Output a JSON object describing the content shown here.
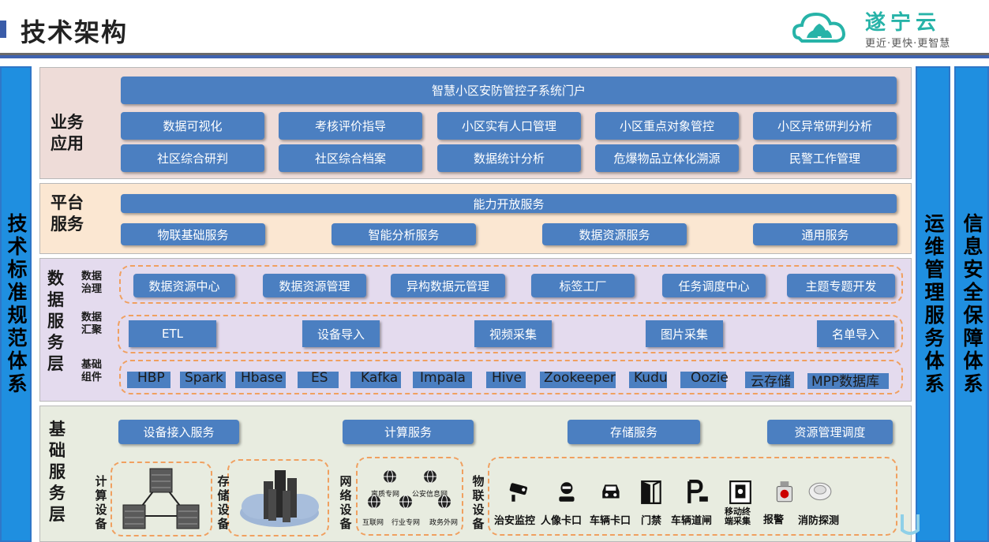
{
  "header": {
    "title": "技术架构",
    "logo_name": "遂宁云",
    "logo_slogan": "更近·更快·更智慧"
  },
  "side": {
    "left": "技术标准规范体系",
    "ops": "运维管理服务体系",
    "security": "信息安全保障体系"
  },
  "business": {
    "title": "业务应用",
    "portal": "智慧小区安防管控子系统门户",
    "row1": [
      "数据可视化",
      "考核评价指导",
      "小区实有人口管理",
      "小区重点对象管控",
      "小区异常研判分析"
    ],
    "row2": [
      "社区综合研判",
      "社区综合档案",
      "数据统计分析",
      "危爆物品立体化溯源",
      "民警工作管理"
    ]
  },
  "platform": {
    "title": "平台服务",
    "open": "能力开放服务",
    "items": [
      "物联基础服务",
      "智能分析服务",
      "数据资源服务",
      "通用服务"
    ]
  },
  "data_layer": {
    "title": "数据服务层",
    "governance": {
      "label": "数据治理",
      "items": [
        "数据资源中心",
        "数据资源管理",
        "异构数据元管理",
        "标签工厂",
        "任务调度中心",
        "主题专题开发"
      ]
    },
    "aggregation": {
      "label": "数据汇聚",
      "items": [
        "ETL",
        "设备导入",
        "视频采集",
        "图片采集",
        "名单导入"
      ]
    },
    "components": {
      "label": "基础组件",
      "items": [
        "HBP",
        "Spark",
        "Hbase",
        "ES",
        "Kafka",
        "Impala",
        "Hive",
        "Zookeeper",
        "Kudu",
        "Oozie",
        "云存储",
        "MPP数据库"
      ]
    }
  },
  "base_layer": {
    "title": "基础服务层",
    "services": [
      "设备接入服务",
      "计算服务",
      "存储服务",
      "资源管理调度"
    ],
    "compute_label": "计算设备",
    "storage_label": "存储设备",
    "network_label": "网络设备",
    "iot_label": "物联设备",
    "networks": [
      "离质专网",
      "公安信息网",
      "互联网",
      "行业专网",
      "政务外网"
    ],
    "iot_items": [
      "治安监控",
      "人像卡口",
      "车辆卡口",
      "门禁",
      "车辆道闸",
      "移动终端采集",
      "报警",
      "消防探测"
    ]
  }
}
